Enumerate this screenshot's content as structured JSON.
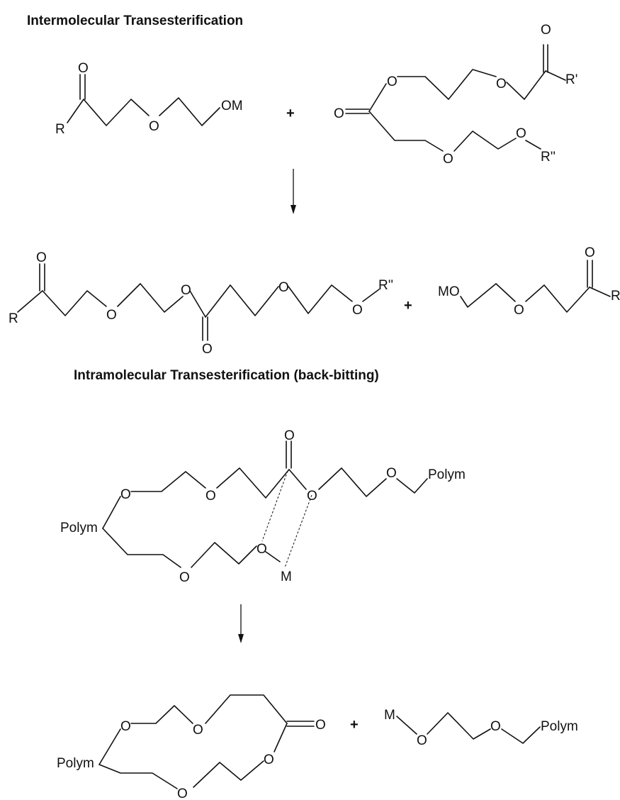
{
  "headings": {
    "intermolecular": "Intermolecular Transesterification",
    "intramolecular": "Intramolecular Transesterification (back-bitting)"
  },
  "labels": {
    "R": "R",
    "R_prime": "R'",
    "R_double_prime": "R''",
    "O": "O",
    "OM": "OM",
    "MO": "MO",
    "M": "M",
    "Polym": "Polym",
    "plus": "+"
  }
}
